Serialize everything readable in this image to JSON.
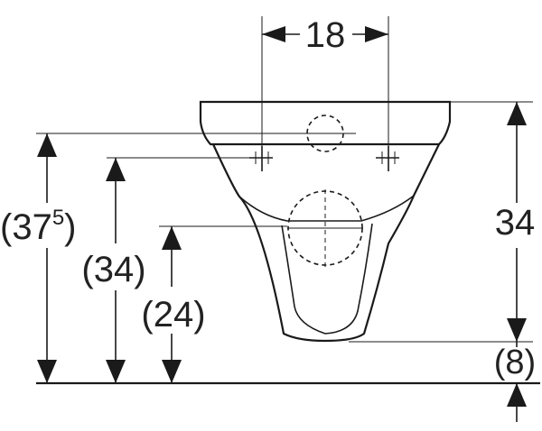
{
  "diagram": {
    "dimensions": {
      "top_width": "18",
      "right_height": "34",
      "right_offset": "(8)",
      "left_outer_base": "(37",
      "left_outer_sup": "5",
      "left_outer_close": ")",
      "left_middle": "(34)",
      "left_inner": "(24)"
    },
    "colors": {
      "ink": "#1a1a1a",
      "background": "#ffffff"
    }
  }
}
